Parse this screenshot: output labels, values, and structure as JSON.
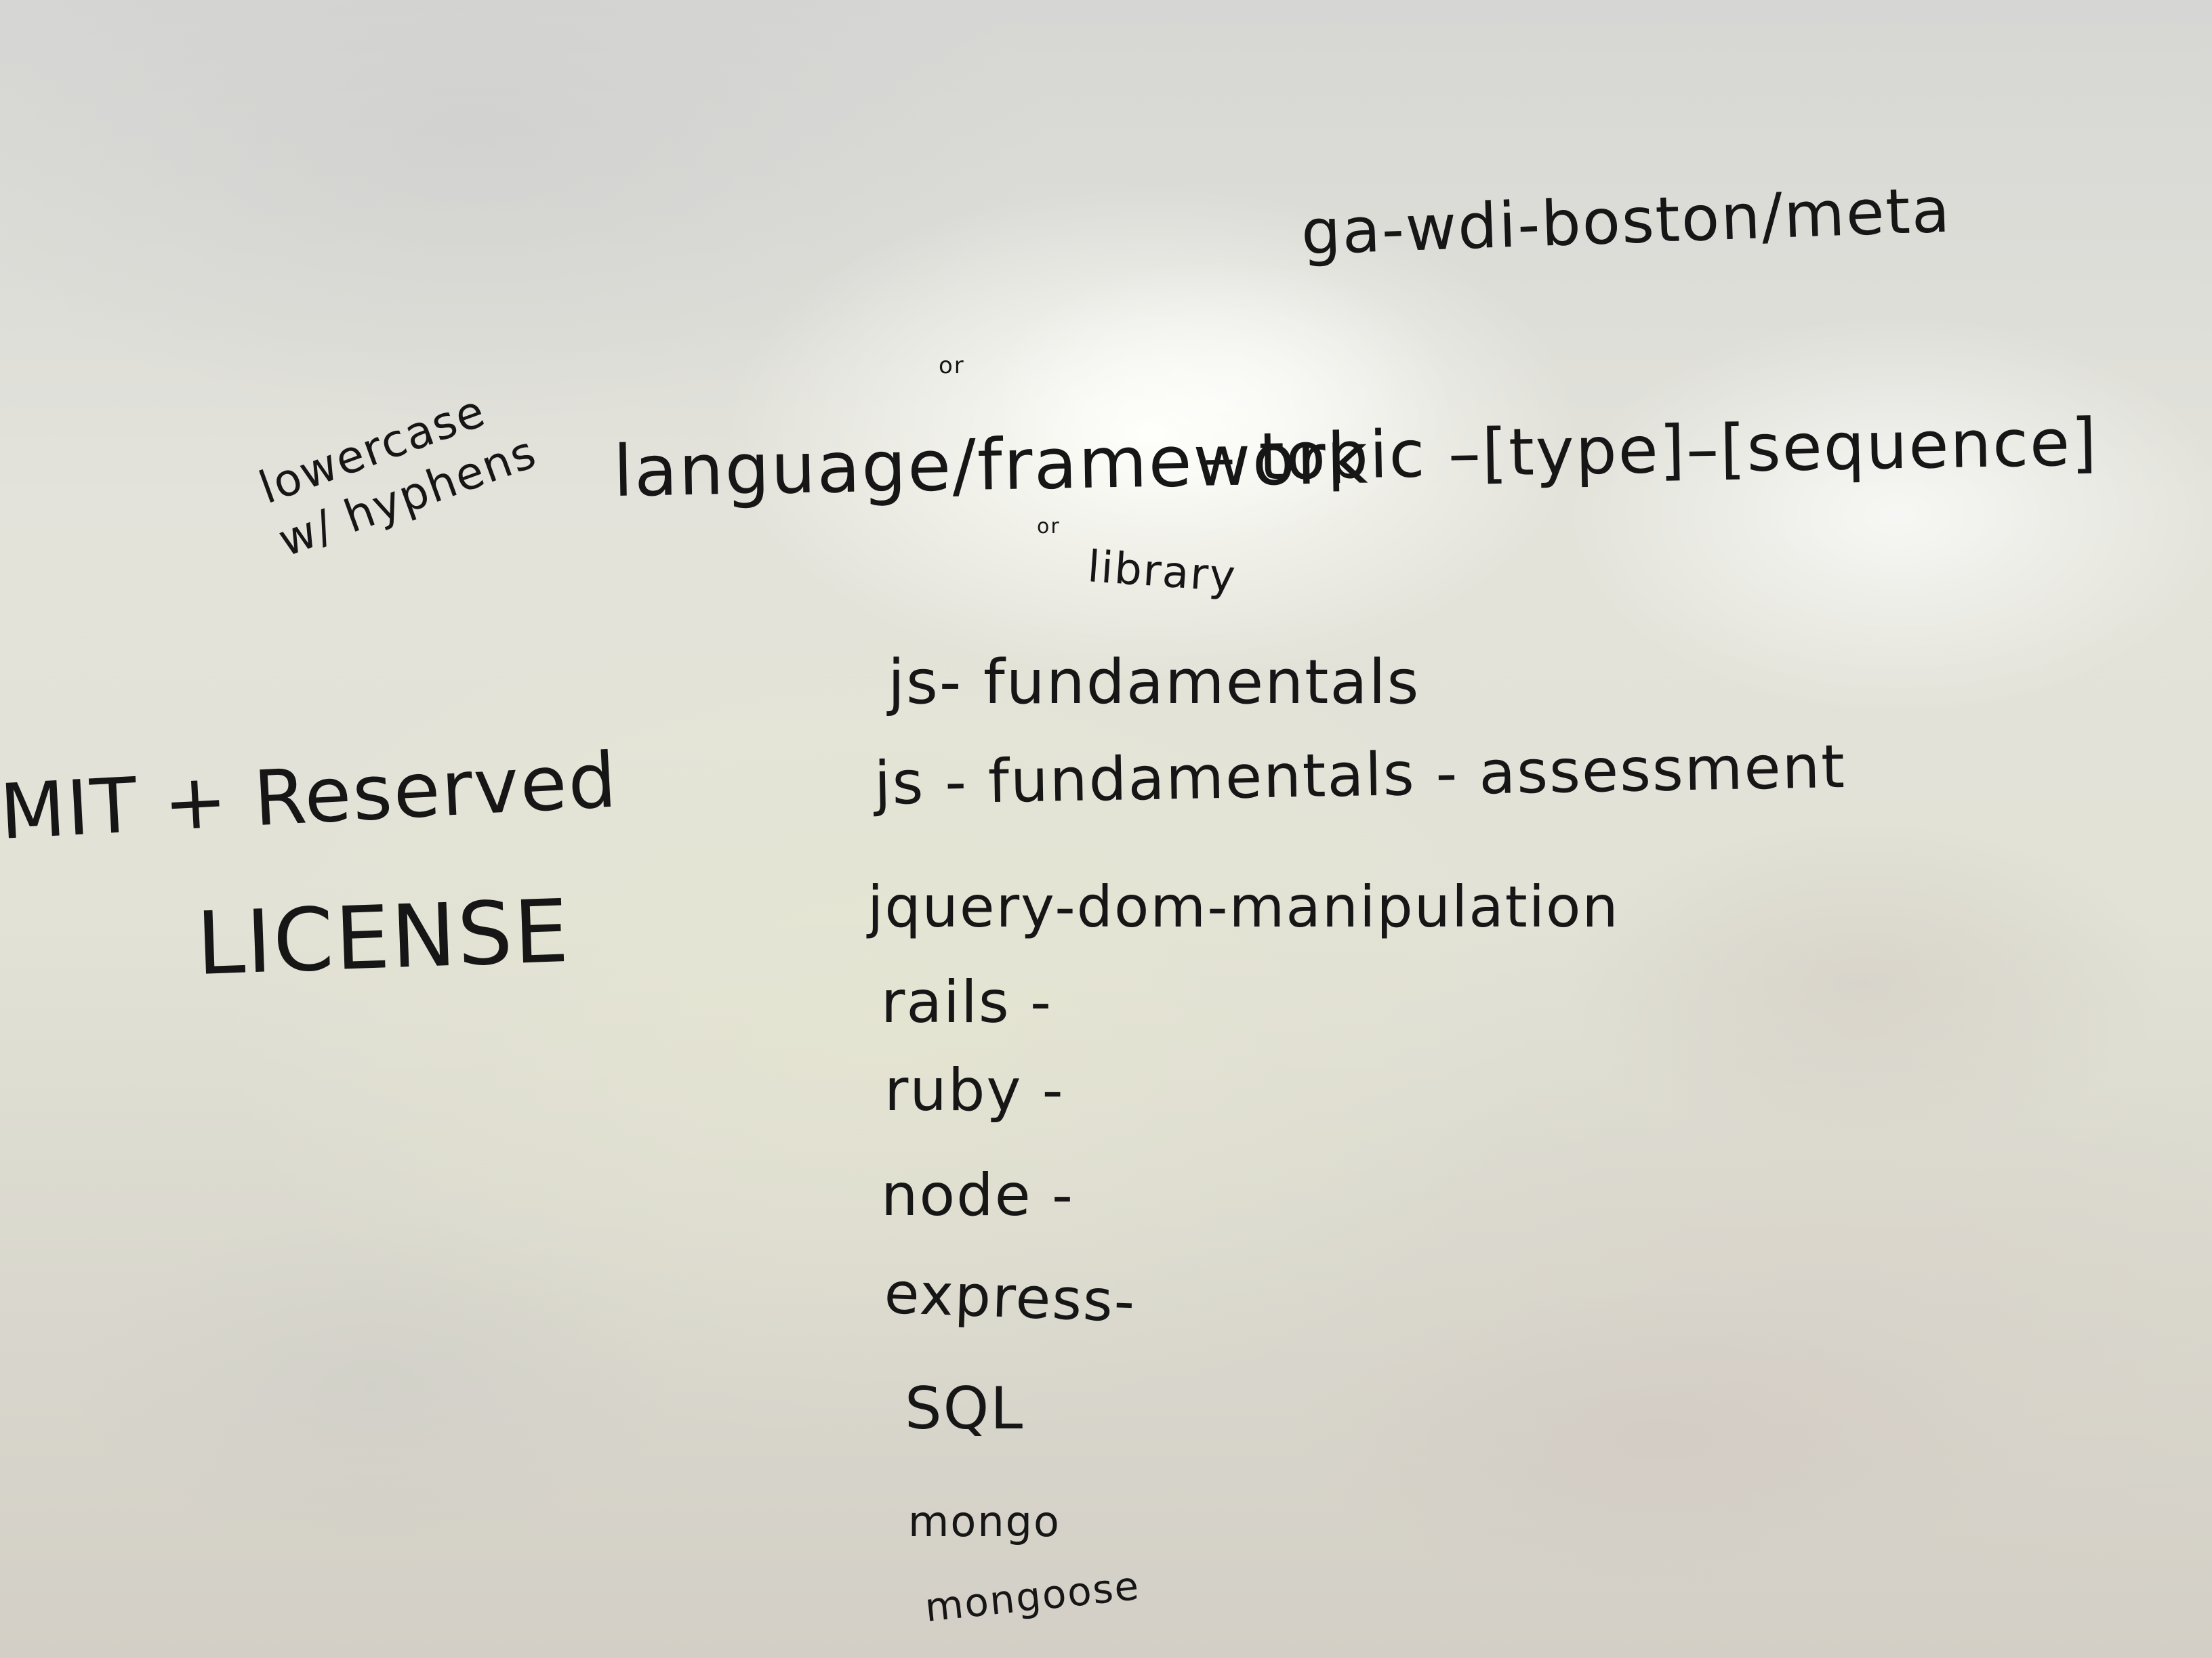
{
  "board": {
    "header": "ga-wdi-boston/meta",
    "side_note": "lowercase w/ hyphens",
    "pattern": {
      "language": "language/framework",
      "or_above": "or",
      "rest": "– topic –[type]–[sequence]",
      "or_below": "or",
      "library": "library"
    },
    "license_line1": "MIT + Reserved",
    "license_line2": "LICENSE",
    "examples": [
      "js- fundamentals",
      "js - fundamentals - assessment",
      "jquery-dom-manipulation",
      "rails -",
      "ruby -",
      "node -",
      "express-",
      "SQL",
      "mongo",
      "mongoose"
    ]
  }
}
